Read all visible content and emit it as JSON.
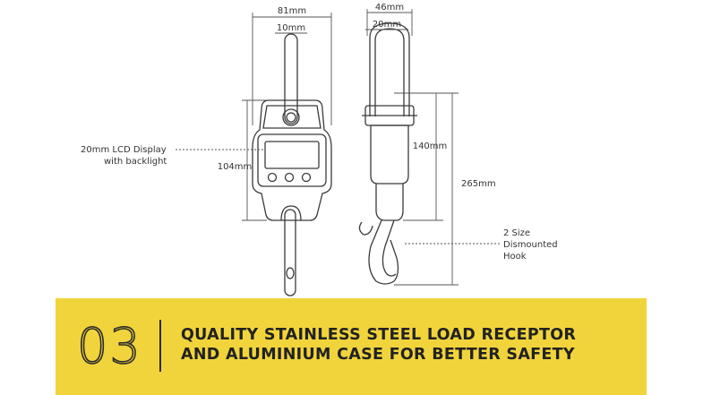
{
  "diagram": {
    "front_view": {
      "width_label": "81mm",
      "hook_width_label": "10mm",
      "height_label": "104mm",
      "lcd_callout_line1": "20mm LCD Display",
      "lcd_callout_line2": "with backlight"
    },
    "side_view": {
      "depth_label": "46mm",
      "shackle_label": "20mm",
      "body_height_label": "140mm",
      "total_height_label": "265mm",
      "hook_callout_line1": "2 Size",
      "hook_callout_line2": "Dismounted",
      "hook_callout_line3": "Hook"
    }
  },
  "banner": {
    "number": "03",
    "headline_line1": "QUALITY STAINLESS STEEL LOAD RECEPTOR",
    "headline_line2": "AND ALUMINIUM CASE FOR BETTER SAFETY",
    "background_color": "#f1d43b"
  }
}
